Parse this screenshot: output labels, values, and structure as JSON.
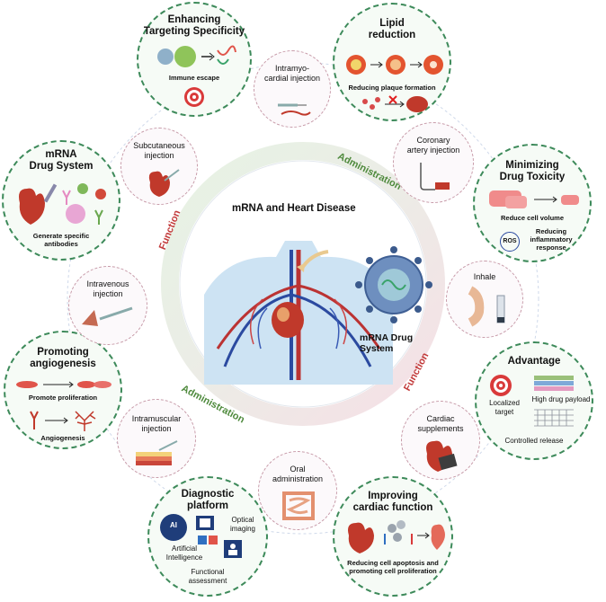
{
  "center": {
    "title": "mRNA and Heart Disease",
    "drug_label": "mRNA Drug\nSystem"
  },
  "ring": {
    "administration_top": "Administration",
    "administration_bottom": "Administration",
    "function_left": "Function",
    "function_right": "Function"
  },
  "function_nodes": {
    "targeting": {
      "title": "Enhancing\nTargeting Specificity",
      "caption": "Immune escape"
    },
    "lipid": {
      "title": "Lipid\nreduction",
      "caption": "Reducing plaque formation"
    },
    "toxicity": {
      "title": "Minimizing\nDrug Toxicity",
      "caption1": "Reduce cell volume",
      "ros": "ROS",
      "caption2": "Reducing\ninflammatory\nresponse"
    },
    "mrna_system": {
      "title": "mRNA\nDrug System",
      "caption": "Generate specific\nantibodies"
    },
    "angiogenesis": {
      "title": "Promoting\nangiogenesis",
      "caption1": "Promote proliferation",
      "caption2": "Angiogenesis"
    },
    "advantage": {
      "title": "Advantage",
      "item1": "Localized\ntarget",
      "item2": "High drug payload",
      "item3": "Controlled release"
    },
    "diagnostic": {
      "title": "Diagnostic\nplatform",
      "ai_badge": "AI",
      "item1": "Artificial\nIntelligence",
      "item2": "Optical\nimaging",
      "item3": "Functional\nassessment"
    },
    "cardiac_function": {
      "title": "Improving\ncardiac function",
      "caption": "Reducing cell apoptosis and\npromoting cell proliferation"
    }
  },
  "administration_nodes": {
    "intramyocardial": "Intramyo-\ncardial injection",
    "coronary": "Coronary\nartery injection",
    "subcutaneous": "Subcutaneous\ninjection",
    "inhale": "Inhale",
    "intravenous": "Intravenous\ninjection",
    "cardiac_supplements": "Cardiac\nsupplements",
    "intramuscular": "Intramuscular\ninjection",
    "oral": "Oral\nadministration"
  }
}
